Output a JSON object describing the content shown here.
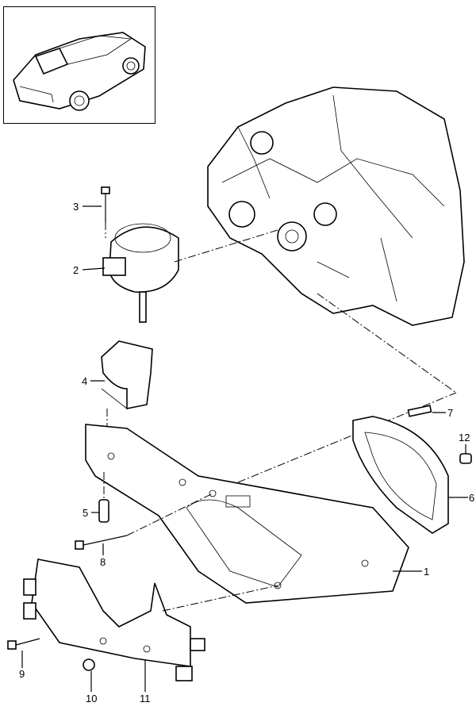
{
  "diagram": {
    "callouts": {
      "c1": "1",
      "c2": "2",
      "c3": "3",
      "c4": "4",
      "c5": "5",
      "c6": "6",
      "c7": "7",
      "c8": "8",
      "c9": "9",
      "c10": "10",
      "c11": "11",
      "c12": "12"
    },
    "parts": {
      "engine": "engine-assembly",
      "inset": "vehicle-overview"
    }
  }
}
